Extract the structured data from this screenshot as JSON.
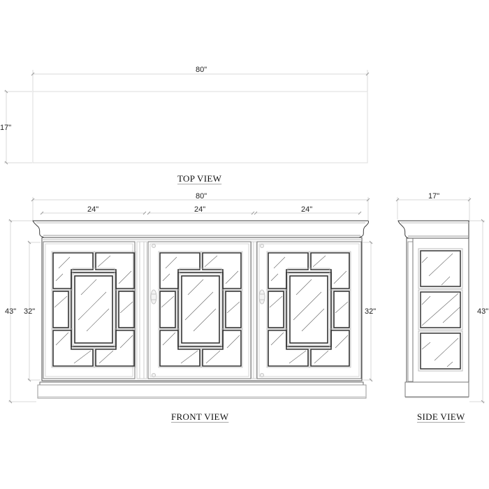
{
  "drawing": {
    "title": "Sideboard cabinet dimensional drawing",
    "colors": {
      "line_dark": "#3a3a3a",
      "line_mid": "#777777",
      "line_light": "#c8c8c8",
      "dim_line": "#d0d0d0",
      "background": "#ffffff"
    }
  },
  "views": {
    "top": {
      "label": "TOP VIEW",
      "width_dim": "80\"",
      "depth_dim": "17\""
    },
    "front": {
      "label": "FRONT VIEW",
      "overall_width_dim": "80\"",
      "door_width_dims": [
        "24\"",
        "24\"",
        "24\""
      ],
      "overall_height_dim": "43\"",
      "door_height_dim_left": "32\"",
      "door_height_dim_right": "32\"",
      "door_count": 3
    },
    "side": {
      "label": "SIDE VIEW",
      "depth_dim": "17\"",
      "height_dim": "43\"",
      "glass_panel_count": 3
    }
  }
}
